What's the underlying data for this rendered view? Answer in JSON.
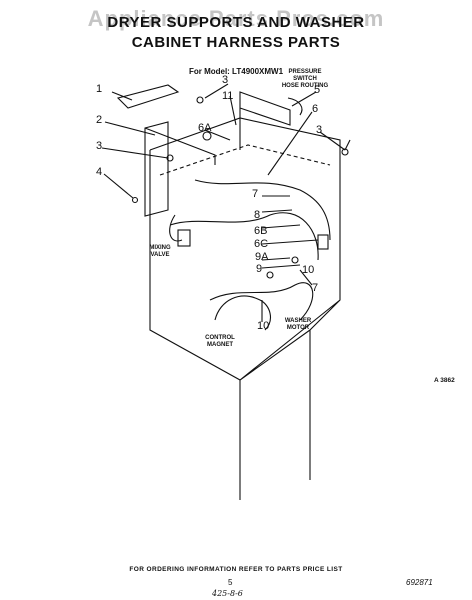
{
  "watermark": "Appliance Parts Pros.com",
  "title_line1": "DRYER SUPPORTS AND WASHER",
  "title_line2": "CABINET HARNESS PARTS",
  "model": "For Model: LT4900XMW1",
  "labels": {
    "pressure_switch": "PRESSURE SWITCH",
    "hose_routing": "HOSE ROUTING",
    "mixing": "MIXING",
    "valve": "VALVE",
    "washer": "WASHER",
    "motor": "MOTOR",
    "control": "CONTROL",
    "magnet": "MAGNET"
  },
  "callouts": [
    "1",
    "2",
    "3",
    "3",
    "3",
    "4",
    "5",
    "6",
    "6A",
    "6B",
    "6C",
    "7",
    "7",
    "8",
    "9",
    "9A",
    "10",
    "10",
    "11"
  ],
  "figure_code": "A 3862",
  "footer_text": "FOR ORDERING INFORMATION REFER TO PARTS PRICE LIST",
  "page_number": "5",
  "doc_number": "692871",
  "handwritten_note": "425-8-6"
}
